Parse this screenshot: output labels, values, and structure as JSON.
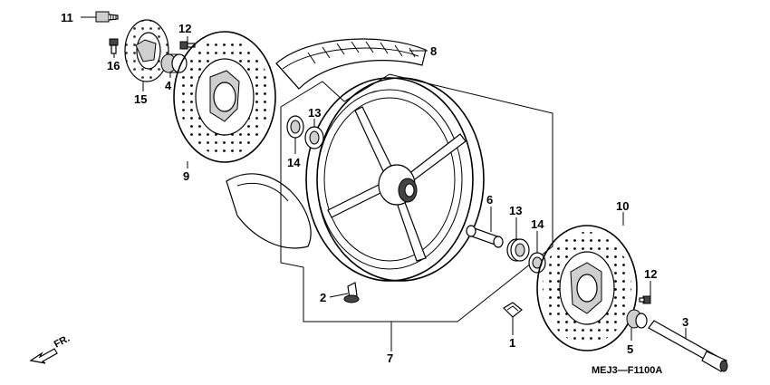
{
  "diagram": {
    "code": "MEJ3—F1100A",
    "direction_label": "FR.",
    "labels": [
      {
        "key": "11",
        "text": "11"
      },
      {
        "key": "16",
        "text": "16"
      },
      {
        "key": "15",
        "text": "15"
      },
      {
        "key": "12a",
        "text": "12"
      },
      {
        "key": "4",
        "text": "4"
      },
      {
        "key": "9",
        "text": "9"
      },
      {
        "key": "8",
        "text": "8"
      },
      {
        "key": "13a",
        "text": "13"
      },
      {
        "key": "14a",
        "text": "14"
      },
      {
        "key": "6",
        "text": "6"
      },
      {
        "key": "13b",
        "text": "13"
      },
      {
        "key": "14b",
        "text": "14"
      },
      {
        "key": "10",
        "text": "10"
      },
      {
        "key": "12b",
        "text": "12"
      },
      {
        "key": "3",
        "text": "3"
      },
      {
        "key": "5",
        "text": "5"
      },
      {
        "key": "2",
        "text": "2"
      },
      {
        "key": "1",
        "text": "1"
      },
      {
        "key": "7",
        "text": "7"
      }
    ]
  }
}
